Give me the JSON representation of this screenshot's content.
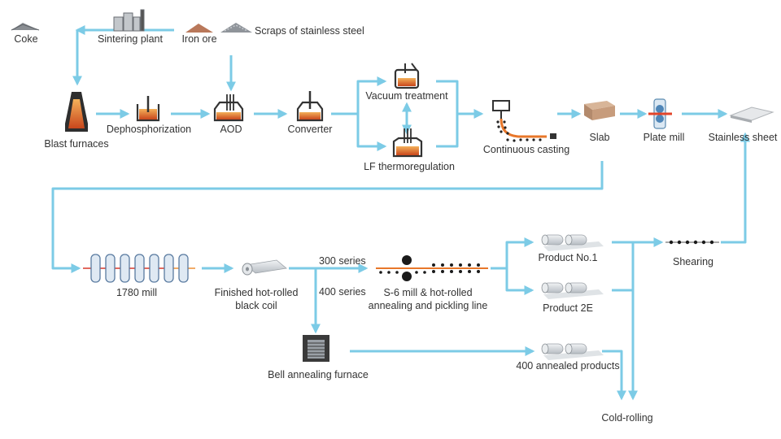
{
  "colors": {
    "flow": "#7ccbe6",
    "molten": "#e8772a",
    "vessel": "#333333",
    "coil": "#cfd4d8"
  },
  "nodes": {
    "coke": "Coke",
    "sintering_plant": "Sintering plant",
    "iron_ore": "Iron ore",
    "scraps": "Scraps of stainless steel",
    "blast_furnaces": "Blast furnaces",
    "dephosphorization": "Dephosphorization",
    "aod": "AOD",
    "converter": "Converter",
    "vacuum_treatment": "Vacuum treatment",
    "lf_thermoregulation": "LF thermoregulation",
    "continuous_casting": "Continuous casting",
    "slab": "Slab",
    "plate_mill": "Plate mill",
    "stainless_sheet": "Stainless sheet",
    "mill_1780": "1780 mill",
    "hot_rolled_coil_line1": "Finished hot-rolled",
    "hot_rolled_coil_line2": "black coil",
    "series_300": "300 series",
    "series_400": "400 series",
    "s6_line1": "S-6 mill & hot-rolled",
    "s6_line2": "annealing and pickling line",
    "product_no1": "Product No.1",
    "product_2e": "Product 2E",
    "shearing": "Shearing",
    "bell_annealing": "Bell annealing furnace",
    "annealed_400": "400 annealed products",
    "cold_rolling": "Cold-rolling"
  }
}
